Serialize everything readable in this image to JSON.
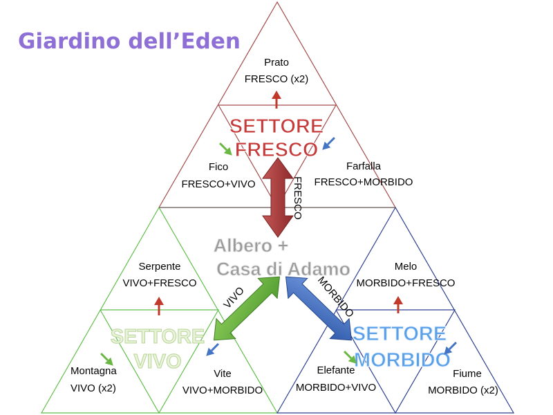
{
  "title": "Giardino dell’Eden",
  "colors": {
    "fresco": "#a33a3a",
    "vivo": "#5db33b",
    "morbido": "#3f6fc6",
    "title": "#8d6fd6",
    "center_text": "#9a9a9a"
  },
  "sectors": {
    "fresco": {
      "line1": "SETTORE",
      "line2": "FRESCO"
    },
    "vivo": {
      "line1": "SETTORE",
      "line2": "VIVO"
    },
    "morbido": {
      "line1": "SETTORE",
      "line2": "MORBIDO"
    }
  },
  "center": {
    "line1": "Albero +",
    "line2": "Casa di Adamo"
  },
  "cells": {
    "prato": {
      "name": "Prato",
      "attr": "FRESCO (x2)"
    },
    "fico": {
      "name": "Fico",
      "attr": "FRESCO+VIVO"
    },
    "farfalla": {
      "name": "Farfalla",
      "attr": "FRESCO+MORBIDO"
    },
    "serpente": {
      "name": "Serpente",
      "attr": "VIVO+FRESCO"
    },
    "montagna": {
      "name": "Montagna",
      "attr": "VIVO (x2)"
    },
    "vite": {
      "name": "Vite",
      "attr": "VIVO+MORBIDO"
    },
    "melo": {
      "name": "Melo",
      "attr": "MORBIDO+FRESCO"
    },
    "elefante": {
      "name": "Elefante",
      "attr": "MORBIDO+VIVO"
    },
    "fiume": {
      "name": "Fiume",
      "attr": "MORBIDO (x2)"
    }
  },
  "arrow_labels": {
    "fresco": "FRESCO",
    "vivo": "VIVO",
    "morbido": "MORBIDO"
  }
}
